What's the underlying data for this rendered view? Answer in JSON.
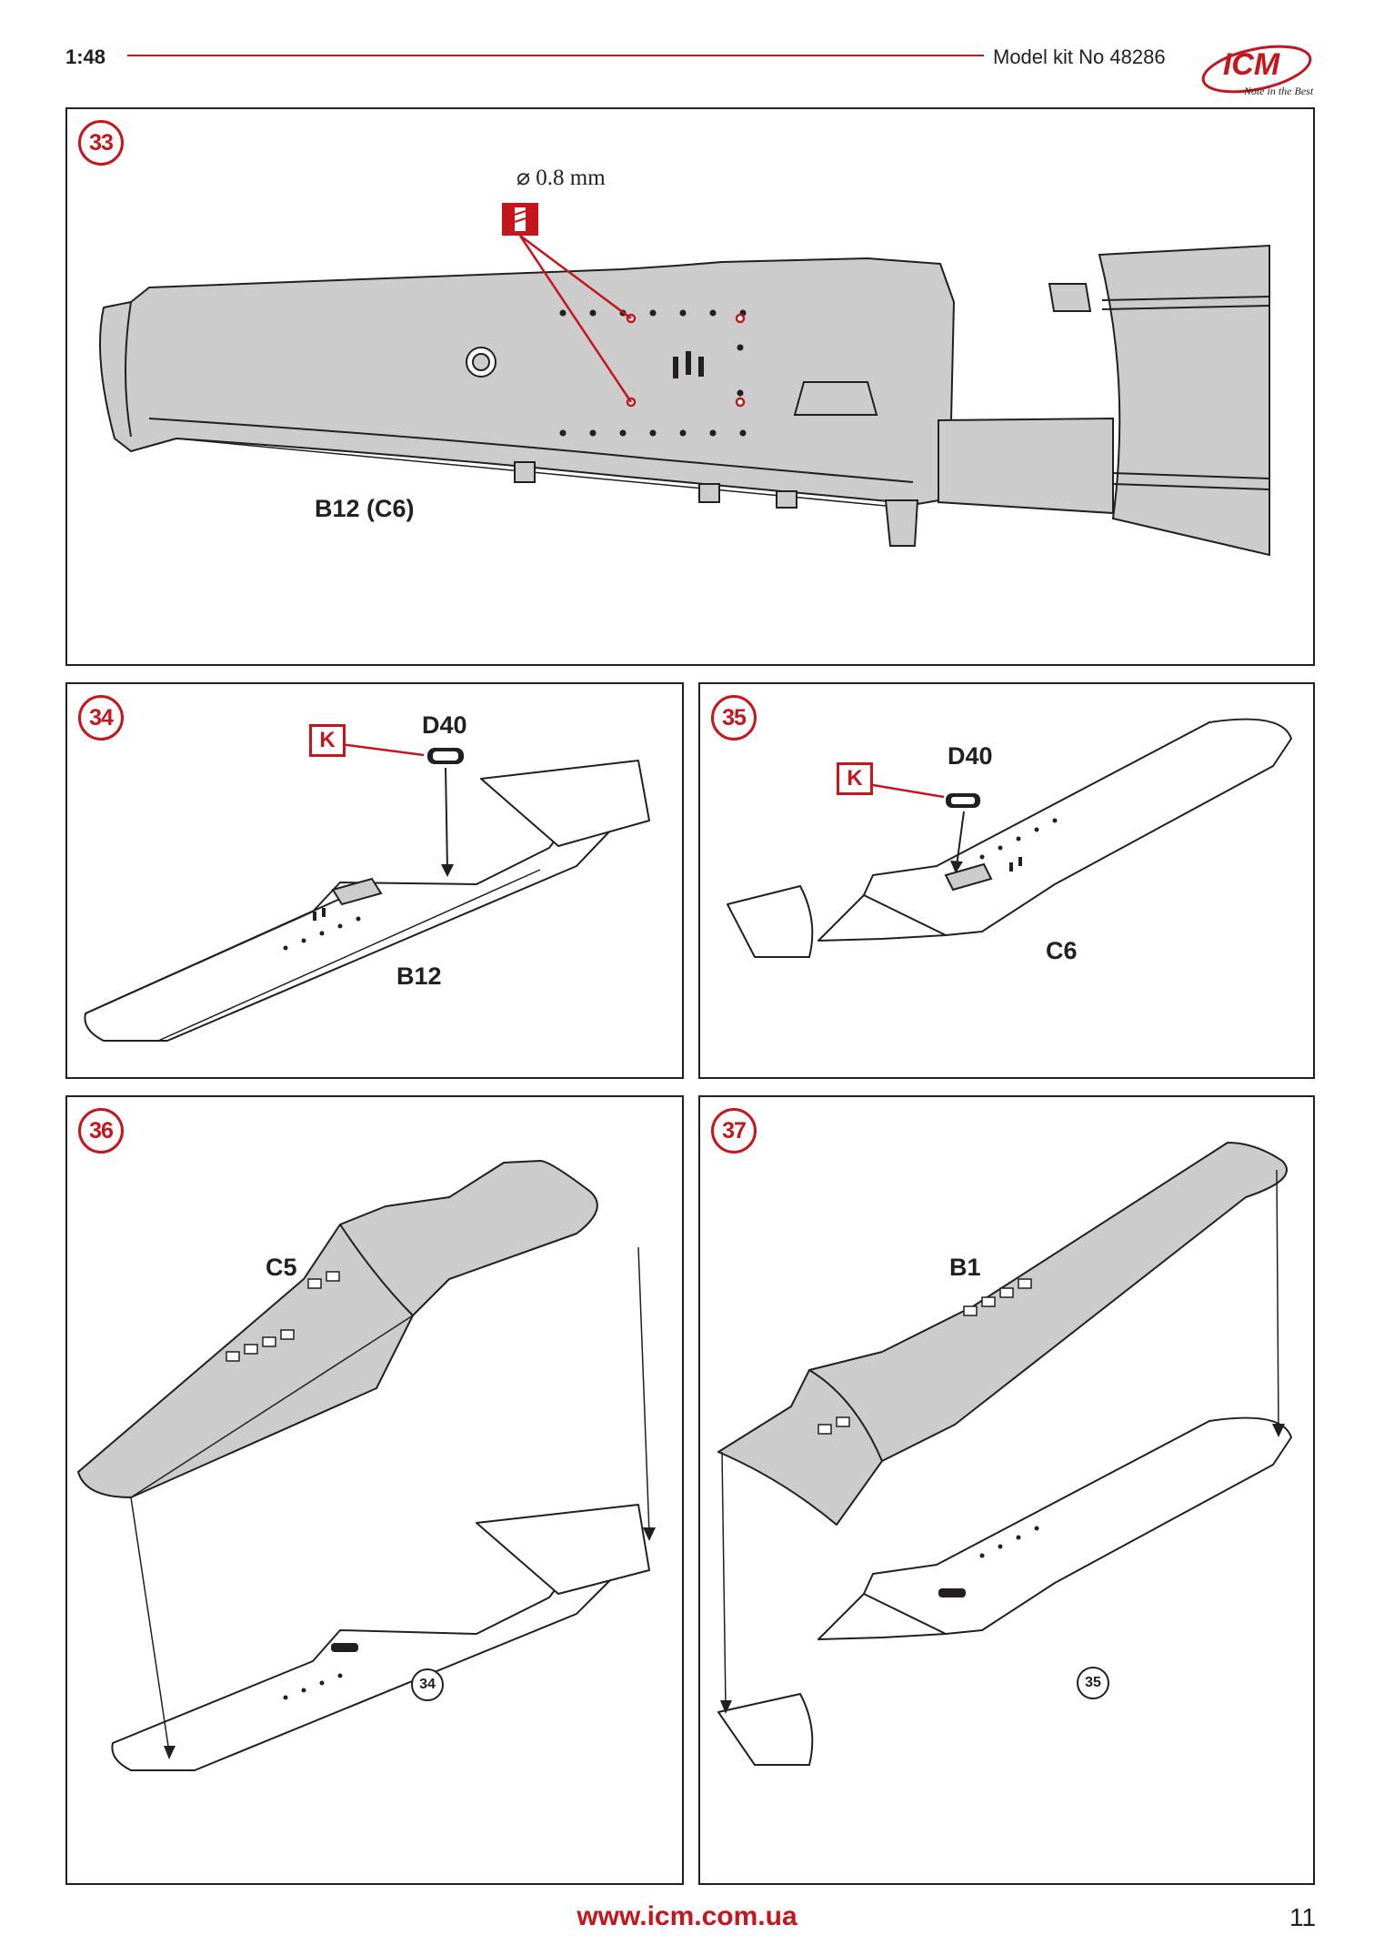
{
  "header": {
    "scale": "1:48",
    "kit_title": "Model kit No 48286",
    "logo_text": "ICM",
    "logo_tagline": "Note in the Best"
  },
  "colors": {
    "accent": "#c4161c",
    "line": "#231f20",
    "part_fill": "#cccccc"
  },
  "steps": [
    {
      "number": "33",
      "drill_label": "⌀ 0.8 mm",
      "drill_icon": "drill-bit-icon",
      "part_label": "B12 (C6)"
    },
    {
      "number": "34",
      "marker": "K",
      "part_top": "D40",
      "part_main": "B12"
    },
    {
      "number": "35",
      "marker": "K",
      "part_top": "D40",
      "part_main": "C6"
    },
    {
      "number": "36",
      "part_top": "C5",
      "ref_step": "34"
    },
    {
      "number": "37",
      "part_top": "B1",
      "ref_step": "35"
    }
  ],
  "footer": {
    "url": "www.icm.com.ua",
    "page": "11"
  }
}
